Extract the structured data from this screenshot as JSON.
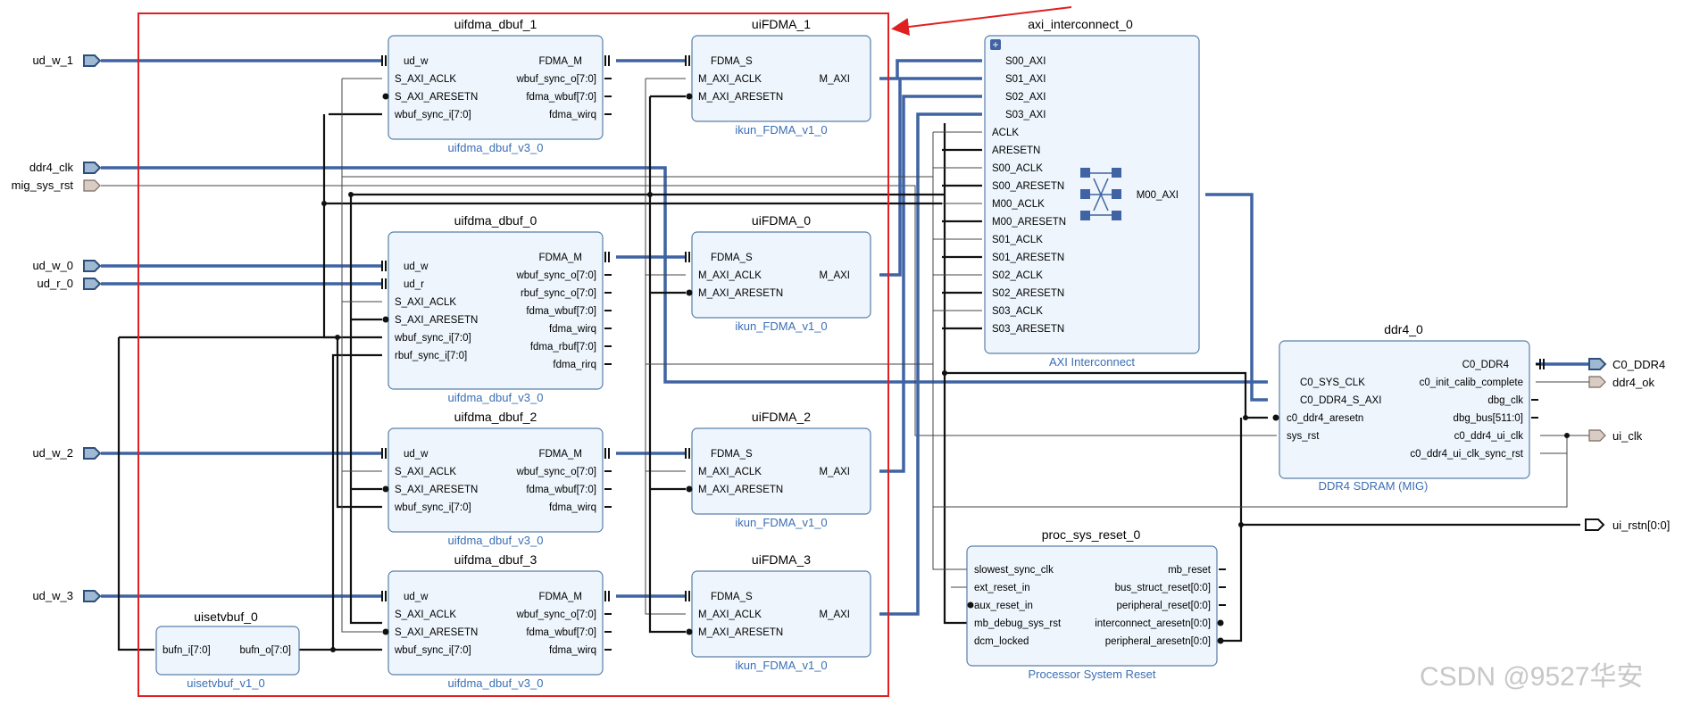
{
  "blocks": {
    "uifdma_dbuf_1": {
      "title": "uifdma_dbuf_1",
      "subtitle": "uifdma_dbuf_v3_0",
      "left_pins": [
        "ud_w",
        "S_AXI_ACLK",
        "S_AXI_ARESETN",
        "wbuf_sync_i[7:0]"
      ],
      "right_pins": [
        "FDMA_M",
        "wbuf_sync_o[7:0]",
        "fdma_wbuf[7:0]",
        "fdma_wirq"
      ]
    },
    "uifdma_dbuf_0": {
      "title": "uifdma_dbuf_0",
      "subtitle": "uifdma_dbuf_v3_0",
      "left_pins": [
        "ud_w",
        "ud_r",
        "S_AXI_ACLK",
        "S_AXI_ARESETN",
        "wbuf_sync_i[7:0]",
        "rbuf_sync_i[7:0]"
      ],
      "right_pins": [
        "FDMA_M",
        "wbuf_sync_o[7:0]",
        "rbuf_sync_o[7:0]",
        "fdma_wbuf[7:0]",
        "fdma_wirq",
        "fdma_rbuf[7:0]",
        "fdma_rirq"
      ]
    },
    "uifdma_dbuf_2": {
      "title": "uifdma_dbuf_2",
      "subtitle": "uifdma_dbuf_v3_0",
      "left_pins": [
        "ud_w",
        "S_AXI_ACLK",
        "S_AXI_ARESETN",
        "wbuf_sync_i[7:0]"
      ],
      "right_pins": [
        "FDMA_M",
        "wbuf_sync_o[7:0]",
        "fdma_wbuf[7:0]",
        "fdma_wirq"
      ]
    },
    "uifdma_dbuf_3": {
      "title": "uifdma_dbuf_3",
      "subtitle": "uifdma_dbuf_v3_0",
      "left_pins": [
        "ud_w",
        "S_AXI_ACLK",
        "S_AXI_ARESETN",
        "wbuf_sync_i[7:0]"
      ],
      "right_pins": [
        "FDMA_M",
        "wbuf_sync_o[7:0]",
        "fdma_wbuf[7:0]",
        "fdma_wirq"
      ]
    },
    "uiFDMA_1": {
      "title": "uiFDMA_1",
      "subtitle": "ikun_FDMA_v1_0",
      "left_pins": [
        "FDMA_S",
        "M_AXI_ACLK",
        "M_AXI_ARESETN"
      ],
      "right_pins": [
        "M_AXI"
      ]
    },
    "uiFDMA_0": {
      "title": "uiFDMA_0",
      "subtitle": "ikun_FDMA_v1_0",
      "left_pins": [
        "FDMA_S",
        "M_AXI_ACLK",
        "M_AXI_ARESETN"
      ],
      "right_pins": [
        "M_AXI"
      ]
    },
    "uiFDMA_2": {
      "title": "uiFDMA_2",
      "subtitle": "ikun_FDMA_v1_0",
      "left_pins": [
        "FDMA_S",
        "M_AXI_ACLK",
        "M_AXI_ARESETN"
      ],
      "right_pins": [
        "M_AXI"
      ]
    },
    "uiFDMA_3": {
      "title": "uiFDMA_3",
      "subtitle": "ikun_FDMA_v1_0",
      "left_pins": [
        "FDMA_S",
        "M_AXI_ACLK",
        "M_AXI_ARESETN"
      ],
      "right_pins": [
        "M_AXI"
      ]
    },
    "uisetvbuf_0": {
      "title": "uisetvbuf_0",
      "subtitle": "uisetvbuf_v1_0",
      "left_pins": [
        "bufn_i[7:0]"
      ],
      "right_pins": [
        "bufn_o[7:0]"
      ]
    },
    "axi_interconnect_0": {
      "title": "axi_interconnect_0",
      "subtitle": "AXI Interconnect",
      "left_pins": [
        "S00_AXI",
        "S01_AXI",
        "S02_AXI",
        "S03_AXI",
        "ACLK",
        "ARESETN",
        "S00_ACLK",
        "S00_ARESETN",
        "M00_ACLK",
        "M00_ARESETN",
        "S01_ACLK",
        "S01_ARESETN",
        "S02_ACLK",
        "S02_ARESETN",
        "S03_ACLK",
        "S03_ARESETN"
      ],
      "right_pins": [
        "M00_AXI"
      ]
    },
    "ddr4_0": {
      "title": "ddr4_0",
      "subtitle": "DDR4 SDRAM (MIG)",
      "left_pins": [
        "C0_SYS_CLK",
        "C0_DDR4_S_AXI",
        "c0_ddr4_aresetn",
        "sys_rst"
      ],
      "right_pins": [
        "C0_DDR4",
        "c0_init_calib_complete",
        "dbg_clk",
        "dbg_bus[511:0]",
        "c0_ddr4_ui_clk",
        "c0_ddr4_ui_clk_sync_rst"
      ]
    },
    "proc_sys_reset_0": {
      "title": "proc_sys_reset_0",
      "subtitle": "Processor System Reset",
      "left_pins": [
        "slowest_sync_clk",
        "ext_reset_in",
        "aux_reset_in",
        "mb_debug_sys_rst",
        "dcm_locked"
      ],
      "right_pins": [
        "mb_reset",
        "bus_struct_reset[0:0]",
        "peripheral_reset[0:0]",
        "interconnect_aresetn[0:0]",
        "peripheral_aresetn[0:0]"
      ]
    }
  },
  "ports": {
    "inputs": [
      "ud_w_1",
      "ddr4_clk",
      "mig_sys_rst",
      "ud_w_0",
      "ud_r_0",
      "ud_w_2",
      "ud_w_3"
    ],
    "outputs": [
      "C0_DDR4",
      "ddr4_ok",
      "ui_clk",
      "ui_rstn[0:0]"
    ]
  },
  "watermark": "CSDN @9527华安",
  "colors": {
    "bus": "#3f63a3",
    "block_fill": "#eef5fc",
    "block_border": "#5a7fa8",
    "highlight_box": "#e02020",
    "subtitle": "#3a6eb5"
  }
}
